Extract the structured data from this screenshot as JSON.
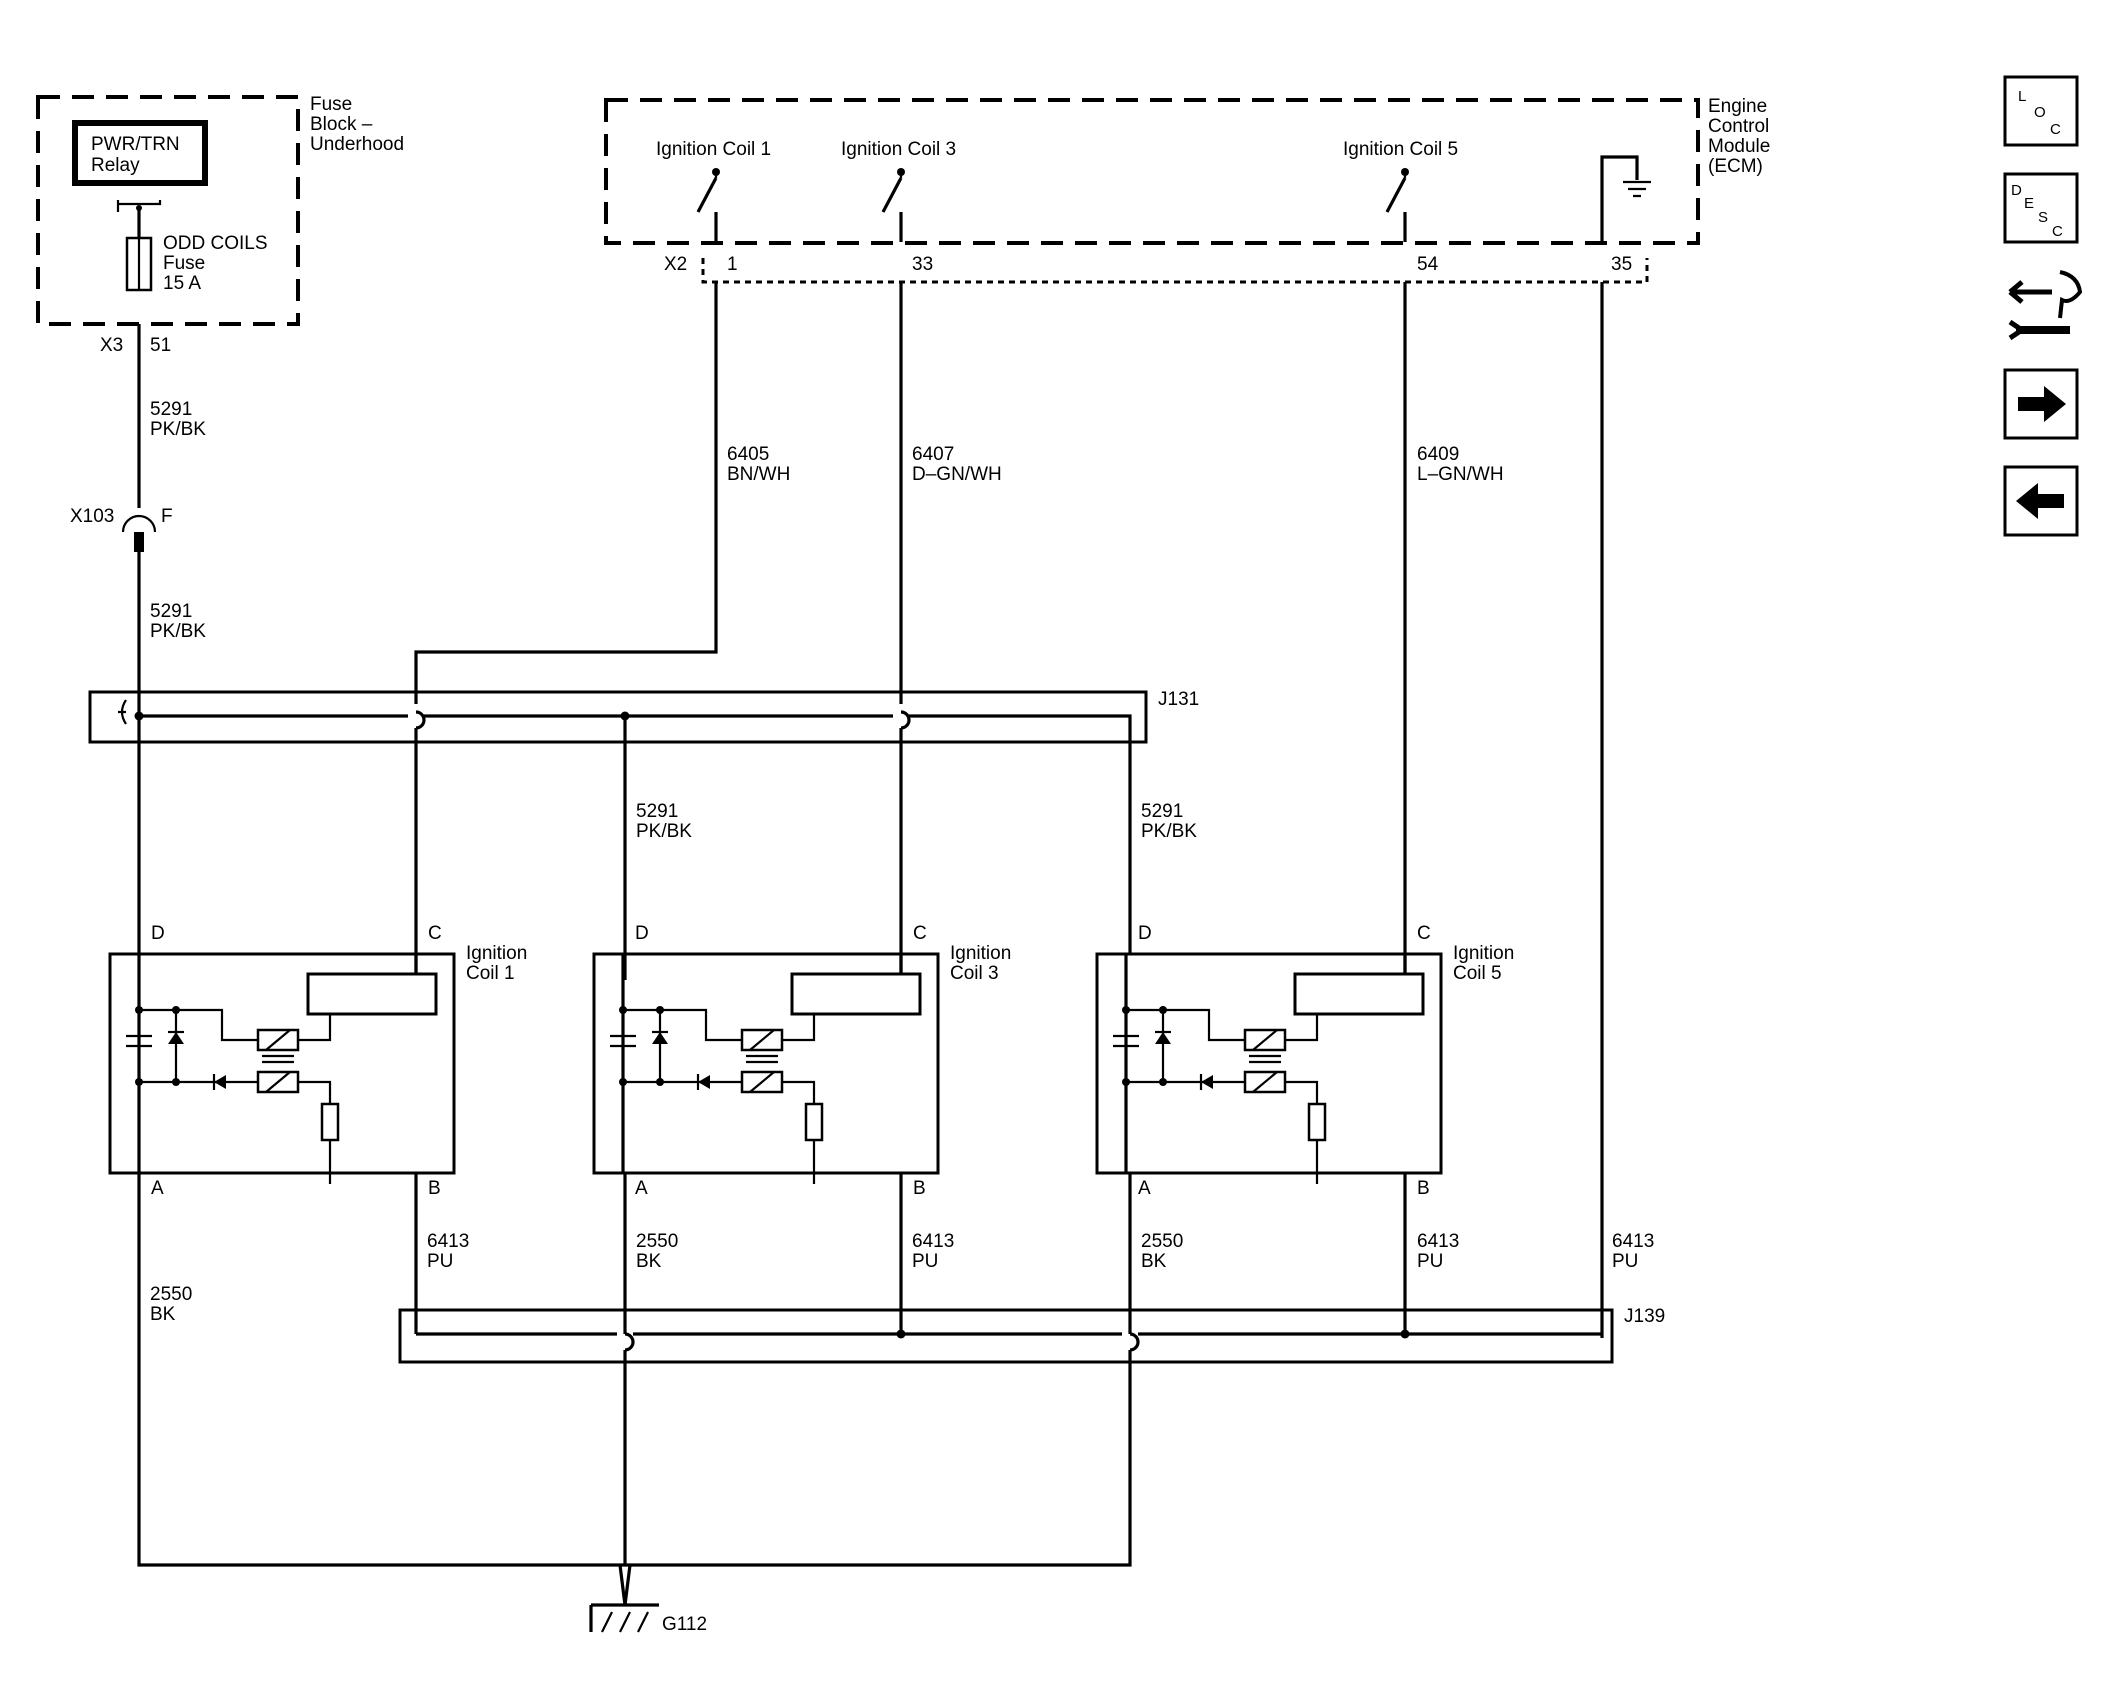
{
  "fuse_block": {
    "title": [
      "Fuse",
      "Block –",
      "Underhood"
    ],
    "relay": [
      "PWR/TRN",
      "Relay"
    ],
    "fuse": [
      "ODD COILS",
      "Fuse",
      "15 A"
    ],
    "connector": "X3",
    "pin": "51"
  },
  "ecm": {
    "title": [
      "Engine",
      "Control",
      "Module",
      "(ECM)"
    ],
    "connector": "X2",
    "drivers": [
      "Ignition Coil 1",
      "Ignition Coil 3",
      "Ignition Coil 5"
    ],
    "pins": [
      "1",
      "33",
      "54",
      "35"
    ]
  },
  "inline_connector": {
    "name": "X103",
    "pin": "F"
  },
  "splices": {
    "top": "J131",
    "bottom": "J139",
    "ground": "G112"
  },
  "wires": {
    "w5291": [
      "5291",
      "PK/BK"
    ],
    "w6405": [
      "6405",
      "BN/WH"
    ],
    "w6407": [
      "6407",
      "D–GN/WH"
    ],
    "w6409": [
      "6409",
      "L–GN/WH"
    ],
    "w2550": [
      "2550",
      "BK"
    ],
    "w6413": [
      "6413",
      "PU"
    ]
  },
  "coils": [
    {
      "name": [
        "Ignition",
        "Coil 1"
      ],
      "pins": [
        "D",
        "C",
        "A",
        "B"
      ]
    },
    {
      "name": [
        "Ignition",
        "Coil 3"
      ],
      "pins": [
        "D",
        "C",
        "A",
        "B"
      ]
    },
    {
      "name": [
        "Ignition",
        "Coil 5"
      ],
      "pins": [
        "D",
        "C",
        "A",
        "B"
      ]
    }
  ],
  "nav": {
    "loc": [
      "L",
      "O",
      "C"
    ],
    "desc": [
      "D",
      "E",
      "S",
      "C"
    ],
    "icons": [
      "connector-wrench-icon",
      "arrow-right-icon",
      "arrow-left-icon"
    ]
  }
}
